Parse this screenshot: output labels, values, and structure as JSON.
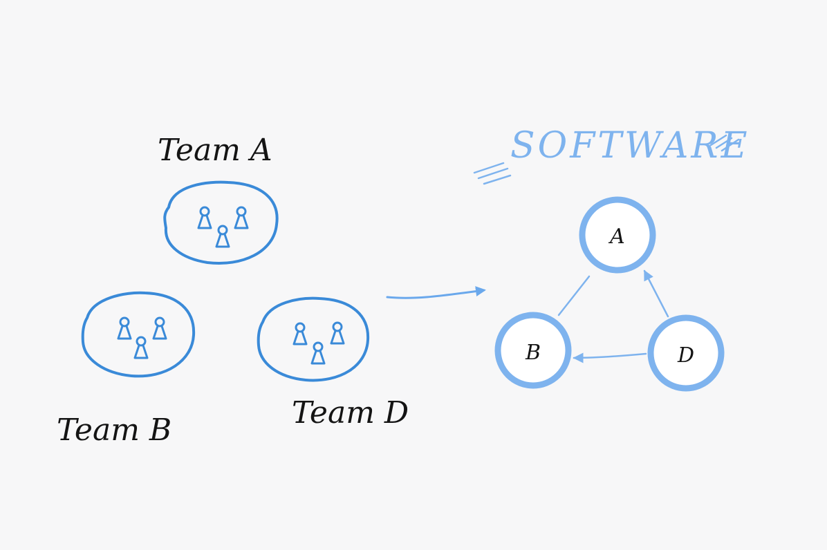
{
  "colors": {
    "ink": "#141414",
    "team_blue": "#3a8ad8",
    "software_blue": "#7eb3ee",
    "background": "#f7f7f8"
  },
  "teams": [
    {
      "id": "a",
      "label": "Team A"
    },
    {
      "id": "b",
      "label": "Team B"
    },
    {
      "id": "d",
      "label": "Team D"
    }
  ],
  "software": {
    "title": "SOFTWARE",
    "nodes": [
      {
        "id": "a",
        "label": "A"
      },
      {
        "id": "b",
        "label": "B"
      },
      {
        "id": "d",
        "label": "D"
      }
    ],
    "edges": [
      {
        "from": "b",
        "to": "a",
        "arrow": false
      },
      {
        "from": "d",
        "to": "a",
        "arrow": true
      },
      {
        "from": "d",
        "to": "b",
        "arrow": true
      }
    ]
  }
}
